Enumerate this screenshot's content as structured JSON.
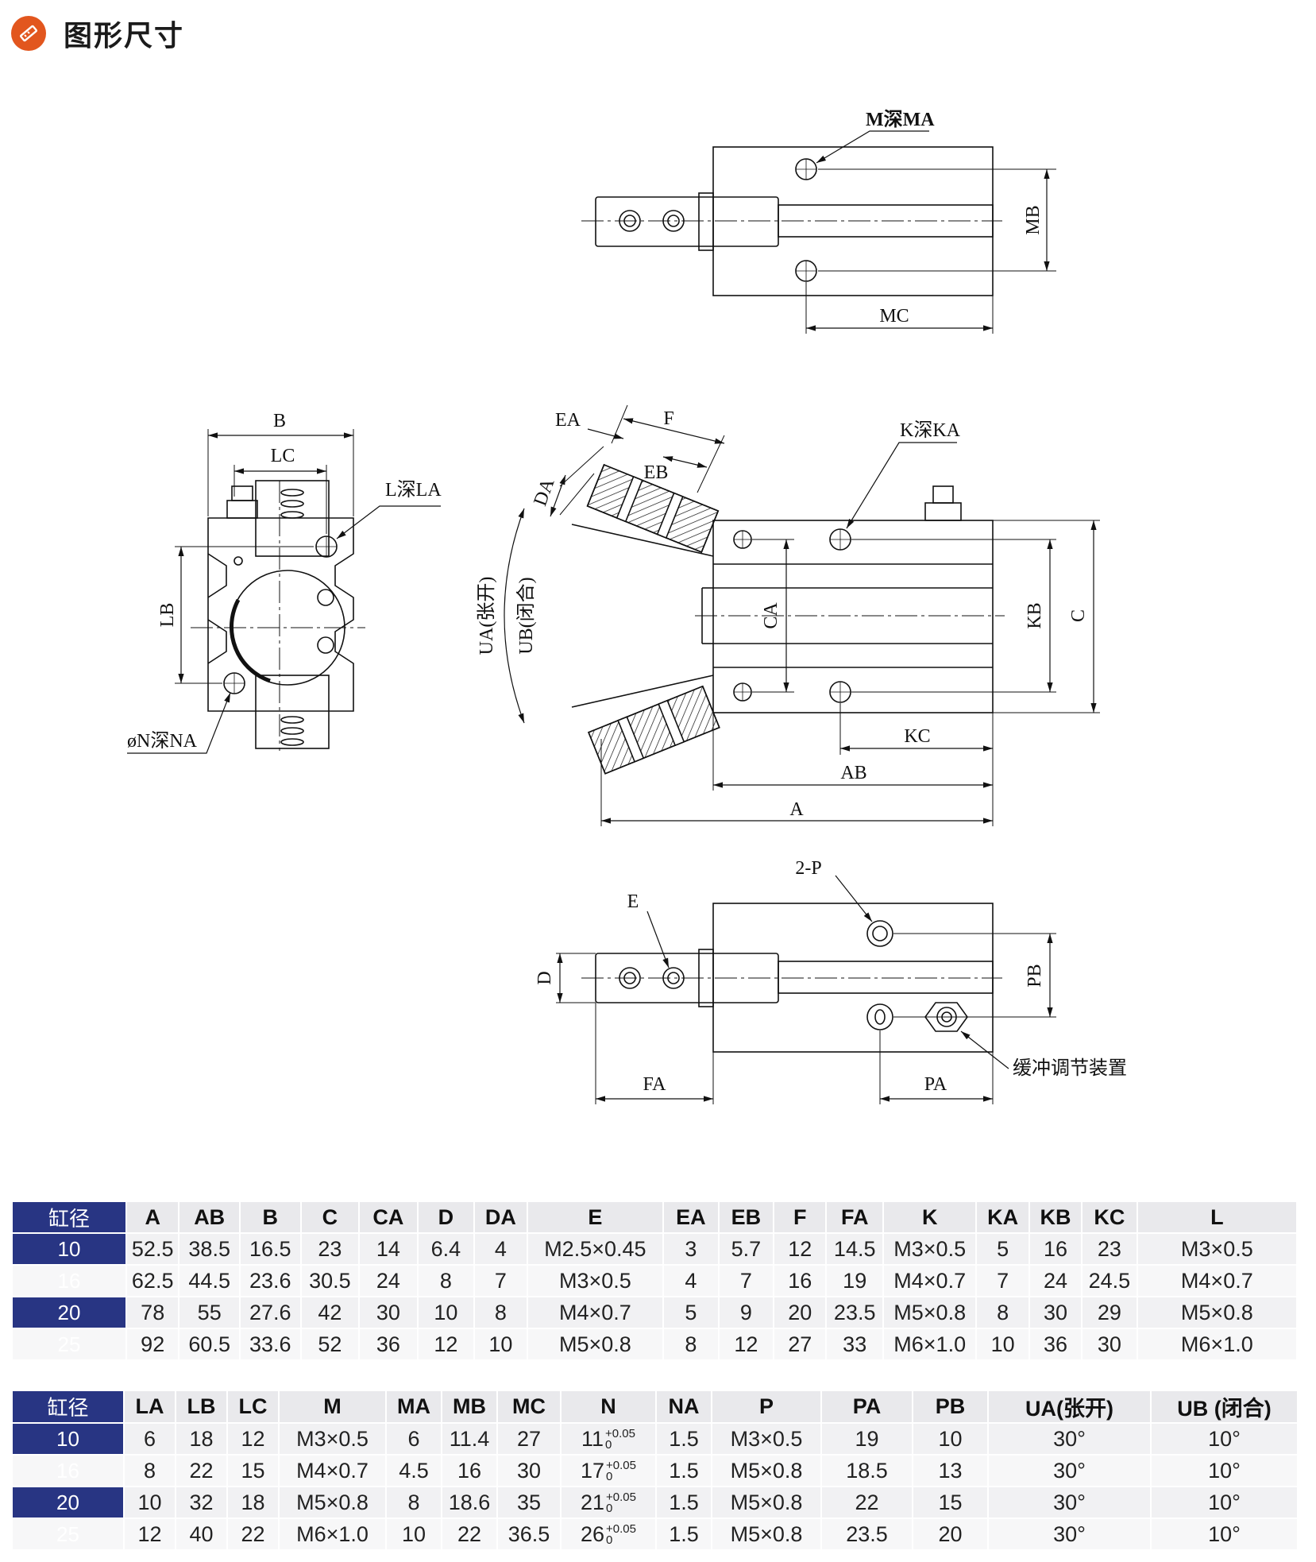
{
  "page": {
    "title": "图形尺寸"
  },
  "drawing": {
    "labels": {
      "m_depth": "M深MA",
      "mb": "MB",
      "mc": "MC",
      "b": "B",
      "lc": "LC",
      "l_depth": "L深LA",
      "lb": "LB",
      "n_depth": "øN深NA",
      "ea": "EA",
      "f": "F",
      "eb": "EB",
      "da": "DA",
      "k_depth": "K深KA",
      "ua": "UA(张开)",
      "ub": "UB(闭合)",
      "ca": "CA",
      "kb": "KB",
      "c": "C",
      "kc": "KC",
      "ab": "AB",
      "a": "A",
      "two_p": "2-P",
      "e": "E",
      "d": "D",
      "pb": "PB",
      "fa": "FA",
      "pa": "PA",
      "buffer": "缓冲调节装置"
    }
  },
  "table1": {
    "headers": [
      "缸径",
      "A",
      "AB",
      "B",
      "C",
      "CA",
      "D",
      "DA",
      "E",
      "EA",
      "EB",
      "F",
      "FA",
      "K",
      "KA",
      "KB",
      "KC",
      "L"
    ],
    "rows": [
      [
        "10",
        "52.5",
        "38.5",
        "16.5",
        "23",
        "14",
        "6.4",
        "4",
        "M2.5×0.45",
        "3",
        "5.7",
        "12",
        "14.5",
        "M3×0.5",
        "5",
        "16",
        "23",
        "M3×0.5"
      ],
      [
        "16",
        "62.5",
        "44.5",
        "23.6",
        "30.5",
        "24",
        "8",
        "7",
        "M3×0.5",
        "4",
        "7",
        "16",
        "19",
        "M4×0.7",
        "7",
        "24",
        "24.5",
        "M4×0.7"
      ],
      [
        "20",
        "78",
        "55",
        "27.6",
        "42",
        "30",
        "10",
        "8",
        "M4×0.7",
        "5",
        "9",
        "20",
        "23.5",
        "M5×0.8",
        "8",
        "30",
        "29",
        "M5×0.8"
      ],
      [
        "25",
        "92",
        "60.5",
        "33.6",
        "52",
        "36",
        "12",
        "10",
        "M5×0.8",
        "8",
        "12",
        "27",
        "33",
        "M6×1.0",
        "10",
        "36",
        "30",
        "M6×1.0"
      ]
    ]
  },
  "table2": {
    "headers": [
      "缸径",
      "LA",
      "LB",
      "LC",
      "M",
      "MA",
      "MB",
      "MC",
      "N",
      "NA",
      "P",
      "PA",
      "PB",
      "UA(张开)",
      "UB (闭合)"
    ],
    "rows": [
      [
        "10",
        "6",
        "18",
        "12",
        "M3×0.5",
        "6",
        "11.4",
        "27",
        "11",
        "1.5",
        "M3×0.5",
        "19",
        "10",
        "30°",
        "10°"
      ],
      [
        "16",
        "8",
        "22",
        "15",
        "M4×0.7",
        "4.5",
        "16",
        "30",
        "17",
        "1.5",
        "M5×0.8",
        "18.5",
        "13",
        "30°",
        "10°"
      ],
      [
        "20",
        "10",
        "32",
        "18",
        "M5×0.8",
        "8",
        "18.6",
        "35",
        "21",
        "1.5",
        "M5×0.8",
        "22",
        "15",
        "30°",
        "10°"
      ],
      [
        "25",
        "12",
        "40",
        "22",
        "M6×1.0",
        "10",
        "22",
        "36.5",
        "26",
        "1.5",
        "M5×0.8",
        "23.5",
        "20",
        "30°",
        "10°"
      ]
    ],
    "n_tolerance": {
      "upper": "+0.05",
      "lower": "0"
    }
  },
  "colors": {
    "accent": "#e2561e",
    "table_lead": "#283583",
    "table_header": "#e9e9ec"
  }
}
